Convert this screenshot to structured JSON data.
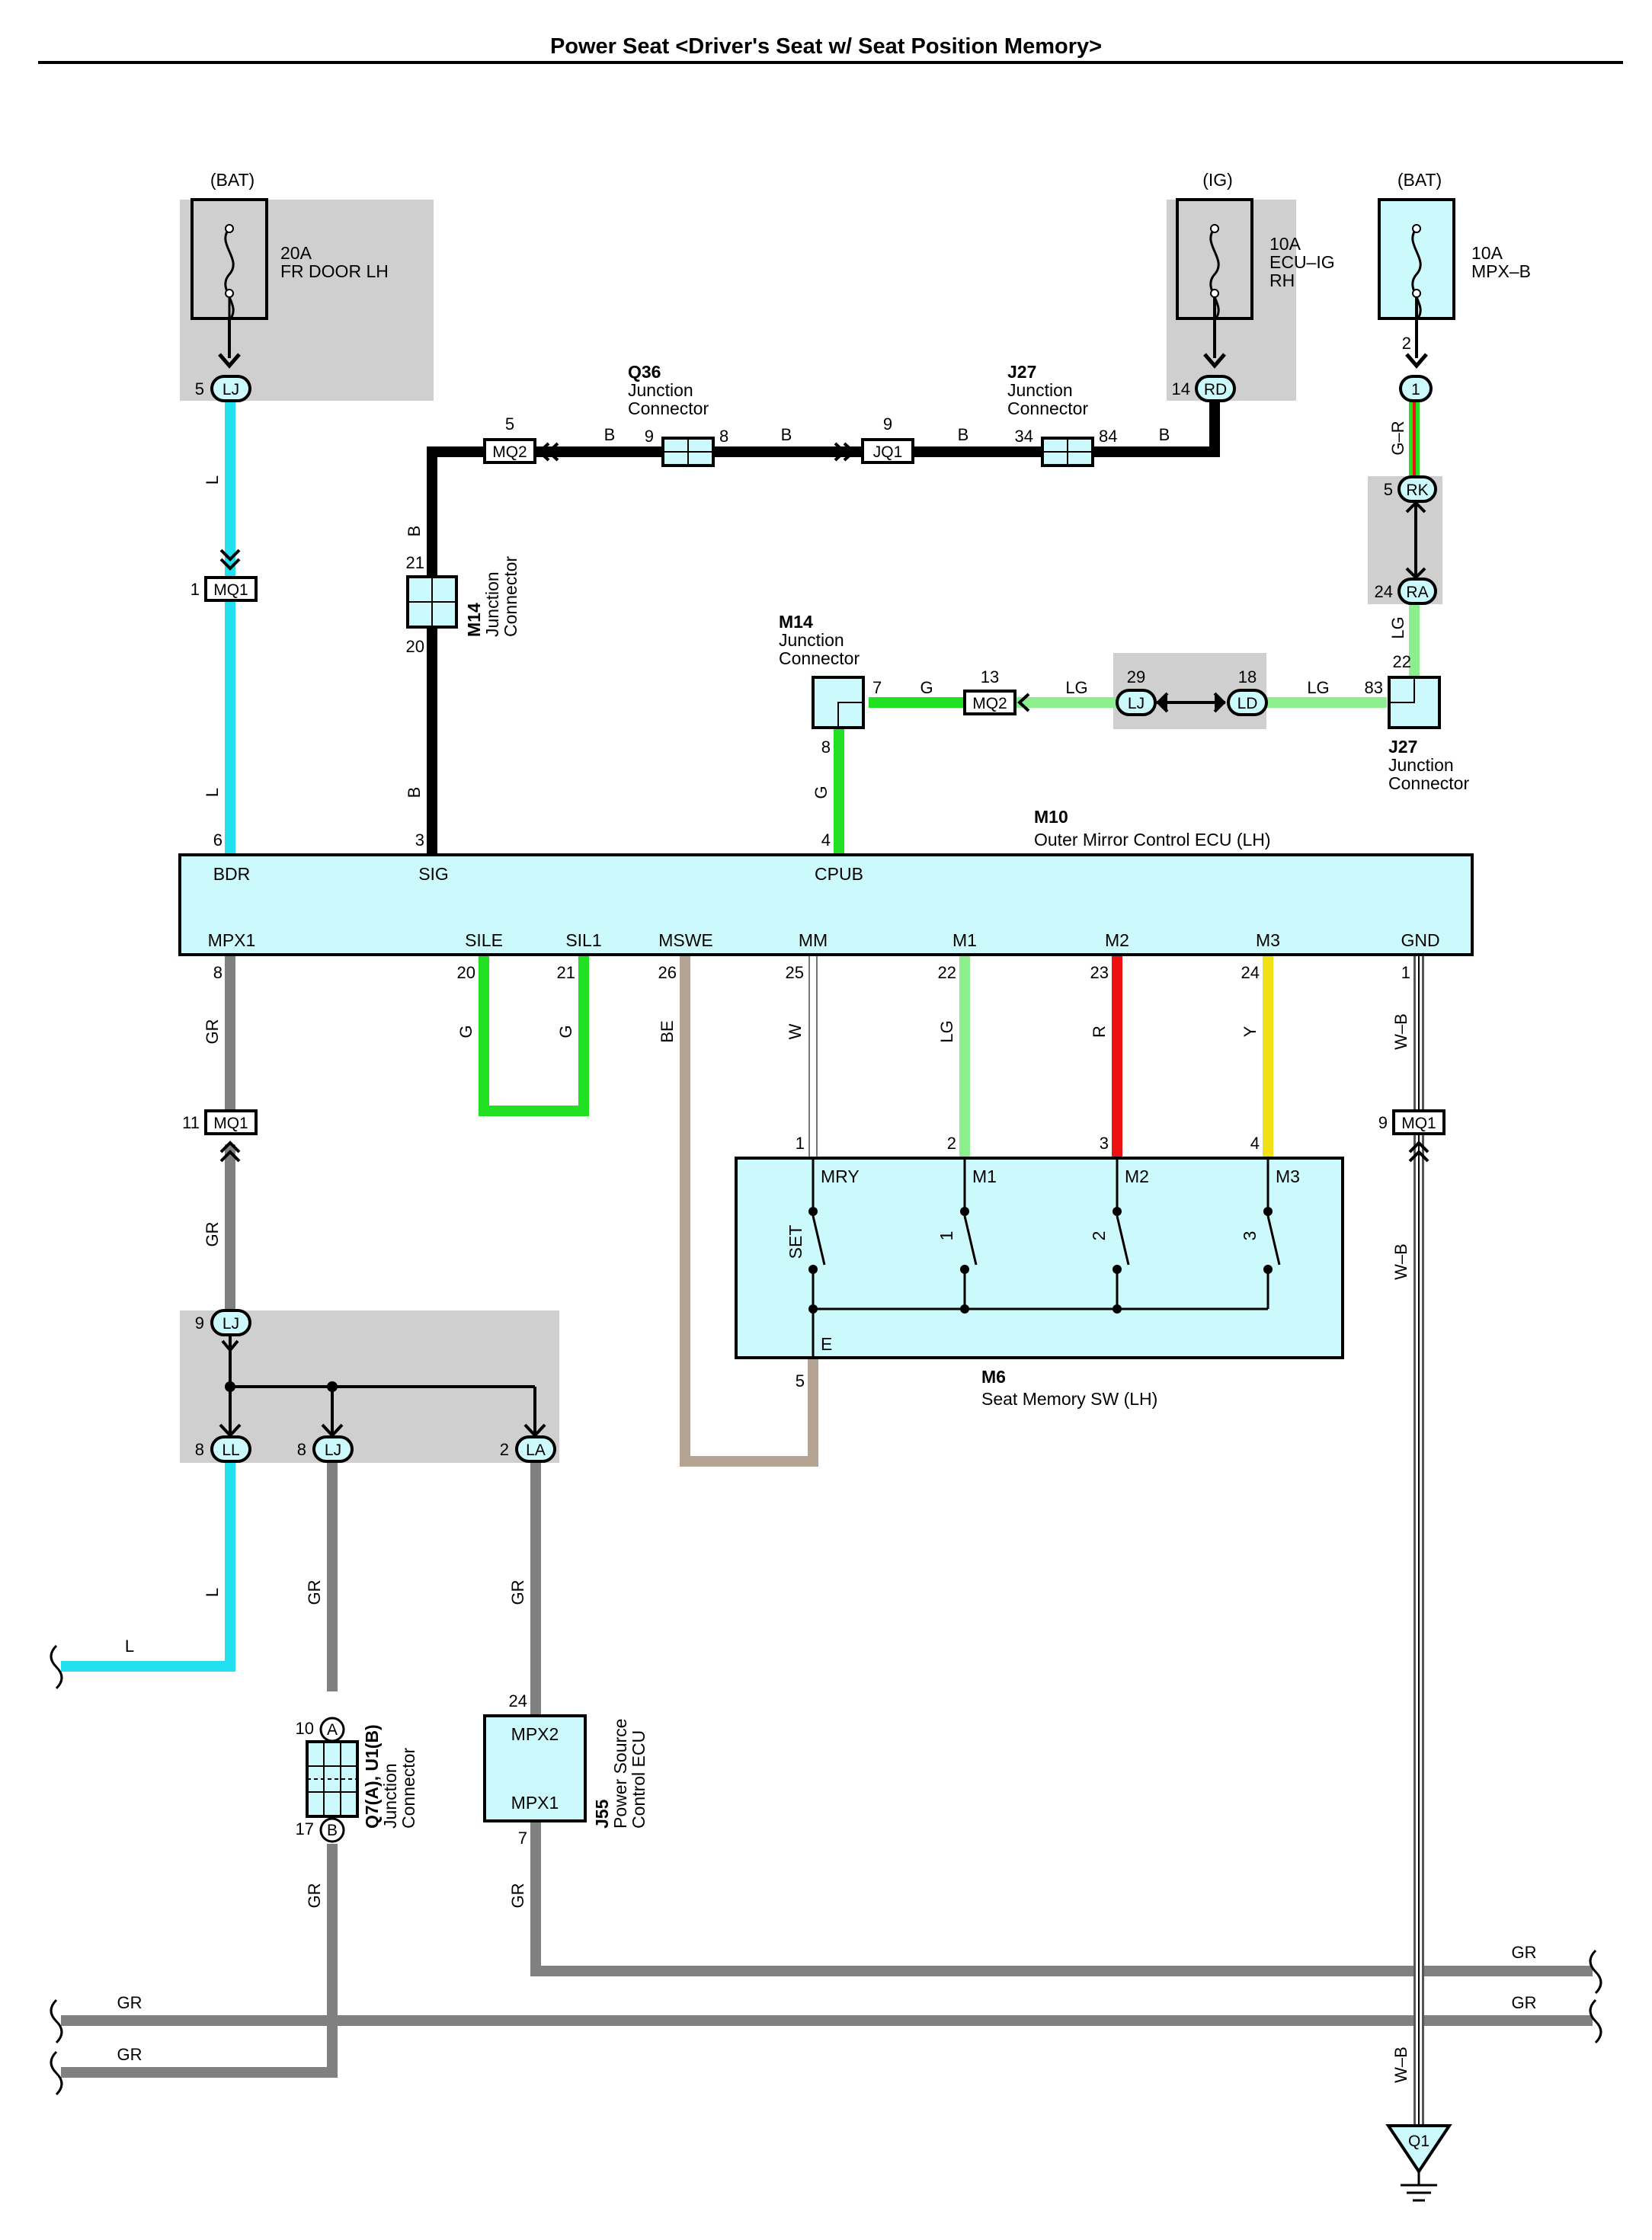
{
  "title": "Power Seat <Driver's Seat w/ Seat Position Memory>",
  "colors": {
    "L": "#22e0f0",
    "B": "#000000",
    "G": "#22e022",
    "LG": "#8cee8c",
    "GR": "#808080",
    "BE": "#b5a494",
    "W": "#ffffff",
    "R": "#ee1111",
    "Y": "#f0e014",
    "G-R": "#22e022",
    "W-B": "#ffffff",
    "box_fill": "#ccfafc",
    "shade": "#cfcfcf"
  },
  "power_sources": [
    {
      "source": "(BAT)",
      "rating": "20A",
      "name": "FR DOOR LH",
      "name2": ""
    },
    {
      "source": "(IG)",
      "rating": "10A",
      "name": "ECU–IG",
      "name2": "RH"
    },
    {
      "source": "(BAT)",
      "rating": "10A",
      "name": "MPX–B",
      "name2": ""
    }
  ],
  "connectors": {
    "LJ_top": "LJ",
    "RD": "RD",
    "c1": "1",
    "RK": "RK",
    "RA": "RA",
    "MQ2_top": "MQ2",
    "JQ1": "JQ1",
    "MQ1_left": "MQ1",
    "MQ2_mid": "MQ2",
    "LJ_mid": "LJ",
    "LD": "LD",
    "MQ1_gr": "MQ1",
    "MQ1_right": "MQ1",
    "LJ_splice": "LJ",
    "LL": "LL",
    "LJ_low": "LJ",
    "LA": "LA",
    "A": "A",
    "B": "B",
    "Q1": "Q1"
  },
  "components": {
    "q36": {
      "code": "Q36",
      "l1": "Junction",
      "l2": "Connector"
    },
    "j27_top": {
      "code": "J27",
      "l1": "Junction",
      "l2": "Connector"
    },
    "m14_left": {
      "code": "M14",
      "l1": "Junction",
      "l2": "Connector"
    },
    "m14_mid": {
      "code": "M14",
      "l1": "Junction",
      "l2": "Connector"
    },
    "j27_right": {
      "code": "J27",
      "l1": "Junction",
      "l2": "Connector"
    },
    "m10": {
      "code": "M10",
      "name": "Outer Mirror Control ECU (LH)",
      "top_pins": [
        "BDR",
        "SIG",
        "CPUB"
      ],
      "bottom_pins": [
        "MPX1",
        "SILE",
        "SIL1",
        "MSWE",
        "MM",
        "M1",
        "M2",
        "M3",
        "GND"
      ]
    },
    "m6": {
      "code": "M6",
      "name": "Seat Memory SW (LH)",
      "pins": [
        "MRY",
        "M1",
        "M2",
        "M3",
        "E"
      ],
      "switches": [
        "SET",
        "1",
        "2",
        "3"
      ]
    },
    "q7": {
      "code": "Q7(A), U1(B)",
      "l1": "Junction",
      "l2": "Connector"
    },
    "j55": {
      "code": "J55",
      "l1": "Power Source",
      "l2": "Control ECU",
      "p1": "MPX2",
      "p2": "MPX1"
    }
  },
  "pin_numbers": {
    "p5_lj": "5",
    "p14_rd": "14",
    "p2_mpxb": "2",
    "p5_mq2": "5",
    "p9_q36": "9",
    "p8_q36": "8",
    "p9_jq1": "9",
    "p34_j27": "34",
    "p84_j27": "84",
    "p5_rk": "5",
    "p24_ra": "24",
    "p1_mq1": "1",
    "p21_m14": "21",
    "p20_m14": "20",
    "p7_m14": "7",
    "p8_m14": "8",
    "p13_mq2": "13",
    "p29_lj": "29",
    "p18_ld": "18",
    "p83_j27": "83",
    "p22_j27": "22",
    "p6_bdr": "6",
    "p3_sig": "3",
    "p4_cpub": "4",
    "p8_mpx1": "8",
    "p20_sile": "20",
    "p21_sil1": "21",
    "p26_mswe": "26",
    "p25_mm": "25",
    "p22_m1": "22",
    "p23_m2": "23",
    "p24_m3": "24",
    "p1_gnd": "1",
    "p11_mq1": "11",
    "p9_mq1r": "9",
    "m6_1": "1",
    "m6_2": "2",
    "m6_3": "3",
    "m6_4": "4",
    "m6_5": "5",
    "p9_ljs": "9",
    "p8_ll": "8",
    "p8_lj": "8",
    "p2_la": "2",
    "p10_a": "10",
    "p17_b": "17",
    "p24_mpx2": "24",
    "p7_mpx1": "7"
  },
  "wire_labels": {
    "L": "L",
    "B": "B",
    "G": "G",
    "LG": "LG",
    "GR": "GR",
    "BE": "BE",
    "W": "W",
    "R": "R",
    "Y": "Y",
    "GmR": "G–R",
    "WmB": "W–B"
  }
}
